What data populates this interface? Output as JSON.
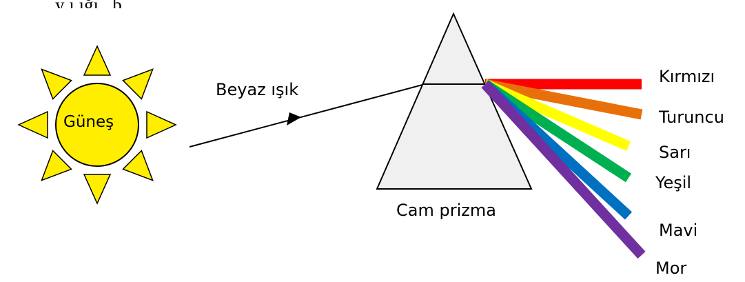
{
  "caption_partial": "y   ı   ığı   , b          ",
  "sun": {
    "label": "Güneş",
    "fill": "#ffee00",
    "ray_fill": "#ffee00"
  },
  "white_light": {
    "label": "Beyaz ışık"
  },
  "prism": {
    "label": "Cam prizma",
    "fill": "#f0f0f0"
  },
  "spectrum": [
    {
      "label": "Kırmızı",
      "color": "#ff0000"
    },
    {
      "label": "Turuncu",
      "color": "#e8700a"
    },
    {
      "label": "Sarı",
      "color": "#ffff00"
    },
    {
      "label": "Yeşil",
      "color": "#00b050"
    },
    {
      "label": "Mavi",
      "color": "#0070c0"
    },
    {
      "label": "Mor",
      "color": "#7030a0"
    }
  ]
}
